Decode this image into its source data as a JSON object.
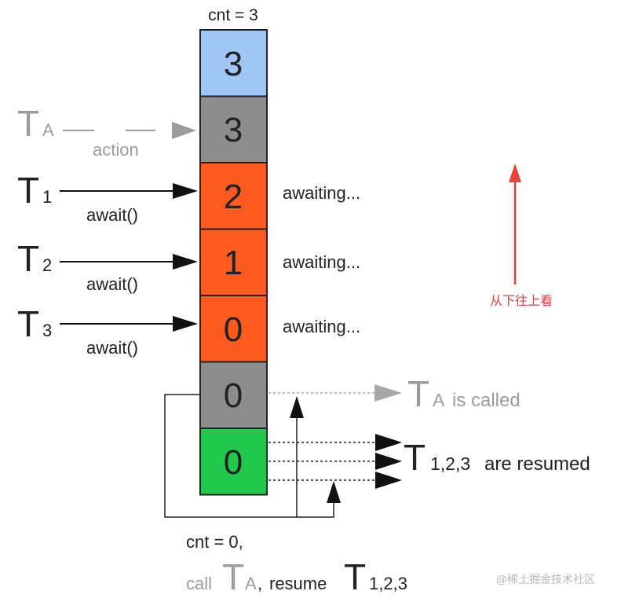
{
  "counter_top": "cnt = 3",
  "stack": {
    "boxes": [
      {
        "value": "3",
        "color": "#9fc6f5"
      },
      {
        "value": "3",
        "color": "#8d8d8d"
      },
      {
        "value": "2",
        "color": "#ff5a1f"
      },
      {
        "value": "1",
        "color": "#ff5a1f"
      },
      {
        "value": "0",
        "color": "#ff5a1f"
      },
      {
        "value": "0",
        "color": "#8d8d8d"
      },
      {
        "value": "0",
        "color": "#22c84b"
      }
    ]
  },
  "action_thread": {
    "letter": "T",
    "sub": "A",
    "label": "action"
  },
  "threads": [
    {
      "letter": "T",
      "sub": "1",
      "call": "await()",
      "status": "awaiting..."
    },
    {
      "letter": "T",
      "sub": "2",
      "call": "await()",
      "status": "awaiting..."
    },
    {
      "letter": "T",
      "sub": "3",
      "call": "await()",
      "status": "awaiting..."
    }
  ],
  "called": {
    "letter": "T",
    "sub": "A",
    "text": "is called"
  },
  "resumed": {
    "letter": "T",
    "sub": "1,2,3",
    "text": "are resumed"
  },
  "bottom": {
    "line1": "cnt = 0,",
    "call": "call",
    "call_letter": "T",
    "call_sub": "A",
    "comma": ",",
    "resume": "resume",
    "resume_letter": "T",
    "resume_sub": "1,2,3"
  },
  "annotation": "从下往上看",
  "watermark": "@稀土掘金技术社区",
  "colors": {
    "annotation": "#e8423b",
    "muted_text": "#9c9c9c",
    "text": "#222222"
  }
}
